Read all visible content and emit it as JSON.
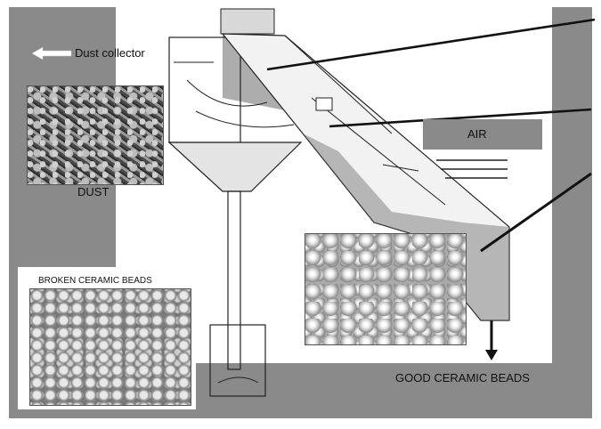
{
  "labels": {
    "dust_collector": "Dust collector",
    "dust": "DUST",
    "broken_ceramic_beads": "BROKEN CERAMIC BEADS",
    "air": "AIR",
    "good_ceramic_beads": "GOOD CERAMIC BEADS"
  },
  "colors": {
    "frame_gray": "#8a8a8a",
    "line_black": "#111111",
    "arrow_white": "#ffffff"
  }
}
